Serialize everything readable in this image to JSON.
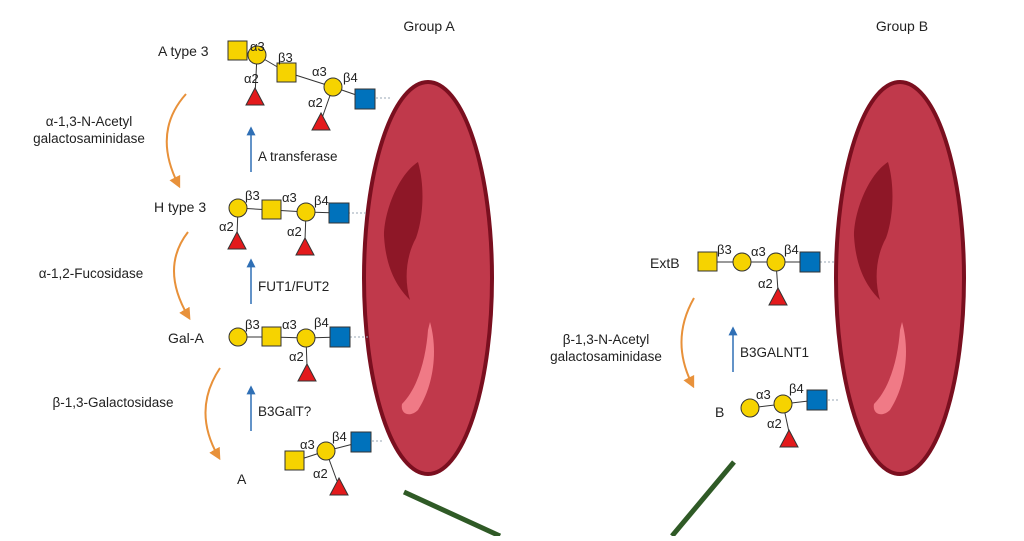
{
  "headers": {
    "group_a": "Group A",
    "group_b": "Group B"
  },
  "structures": {
    "a_type3": "A type 3",
    "h_type3": "H type 3",
    "gal_a": "Gal-A",
    "a": "A",
    "extb": "ExtB",
    "b": "B"
  },
  "linkages": {
    "at3_a3_1": "α3",
    "at3_b3": "β3",
    "at3_a3_2": "α3",
    "at3_b4": "β4",
    "at3_a2_1": "α2",
    "at3_a2_2": "α2",
    "ht3_b3": "β3",
    "ht3_a3": "α3",
    "ht3_b4": "β4",
    "ht3_a2_1": "α2",
    "ht3_a2_2": "α2",
    "ga_b3": "β3",
    "ga_a3": "α3",
    "ga_b4": "β4",
    "ga_a2": "α2",
    "a_a3": "α3",
    "a_b4": "β4",
    "a_a2": "α2",
    "eb_b3": "β3",
    "eb_a3": "α3",
    "eb_b4": "β4",
    "eb_a2": "α2",
    "b_a3": "α3",
    "b_b4": "β4",
    "b_a2": "α2"
  },
  "enzymes": {
    "gh_1_l1": "α-1,3-N-Acetyl",
    "gh_1_l2": "galactosaminidase",
    "gh_2": "α-1,2-Fucosidase",
    "gh_3": "β-1,3-Galactosidase",
    "gt_1": "A transferase",
    "gt_2": "FUT1/FUT2",
    "gt_3": "B3GalT?",
    "gh_b_l1": "β-1,3-N-Acetyl",
    "gh_b_l2": "galactosaminidase",
    "gt_b": "B3GALNT1"
  },
  "colors": {
    "galactose": "#f6d300",
    "galnac": "#f6d300",
    "glcnac": "#0072bc",
    "fucose": "#e31a1c",
    "rbc": "#c0394b",
    "rbc_outline": "#7a0f1f",
    "arrow_orange": "#e8913a",
    "arrow_blue": "#2f6fb5",
    "line_green": "#2f5a26"
  },
  "icons": {
    "gal": "yellow-circle-galactose-icon",
    "galnac": "yellow-square-galnac-icon",
    "glcnac": "blue-square-glcnac-icon",
    "fuc": "red-triangle-fucose-icon"
  }
}
